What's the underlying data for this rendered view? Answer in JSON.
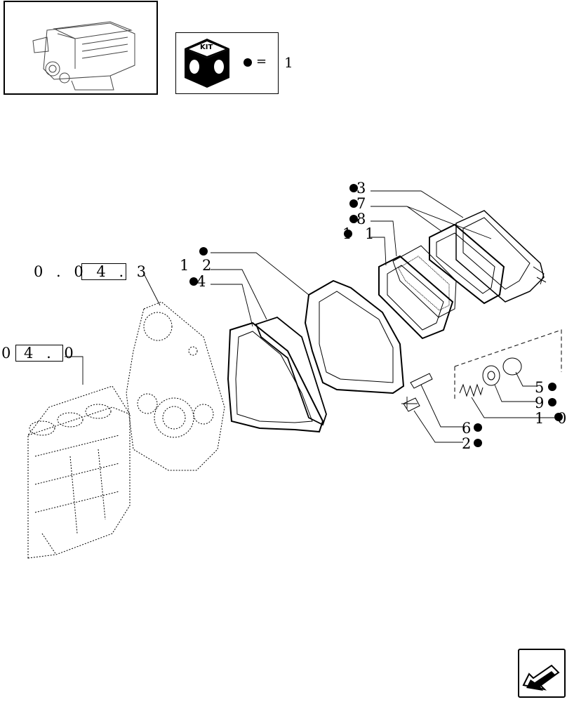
{
  "kit_legend": {
    "badge_text": "KIT",
    "equals": "=",
    "quantity": "1"
  },
  "references": {
    "ref_a": "0 . 0 4 . 3",
    "ref_b": "0 4 . 0"
  },
  "callouts": [
    {
      "id": "c3",
      "label": "3",
      "bullet": true
    },
    {
      "id": "c7",
      "label": "7",
      "bullet": true
    },
    {
      "id": "c8",
      "label": "8",
      "bullet": true
    },
    {
      "id": "c11",
      "label": "1 1",
      "bullet": true
    },
    {
      "id": "c1",
      "label": "",
      "bullet": true
    },
    {
      "id": "c12",
      "label": "1 2",
      "bullet": false
    },
    {
      "id": "c4",
      "label": "4",
      "bullet": true
    },
    {
      "id": "c5",
      "label": "5",
      "bullet": true
    },
    {
      "id": "c9",
      "label": "9",
      "bullet": true
    },
    {
      "id": "c10",
      "label": "1 0",
      "bullet": true
    },
    {
      "id": "c6",
      "label": "6",
      "bullet": true
    },
    {
      "id": "c2",
      "label": "2",
      "bullet": true
    }
  ],
  "icons": {
    "engine_thumbnail": "engine-icon",
    "kit_badge": "kit-cube-icon",
    "navigation": "arrow-icon"
  }
}
